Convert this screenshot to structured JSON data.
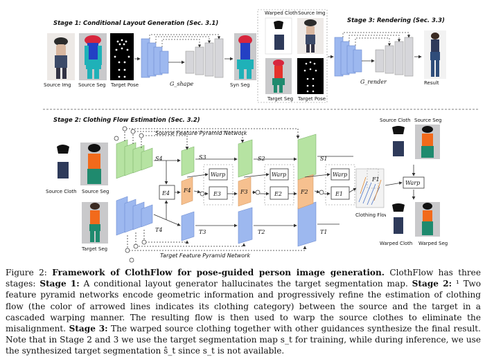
{
  "stage1": {
    "title": "Stage 1: Conditional Layout Generation (Sec. 3.1)",
    "source_img": "Source Img",
    "source_seg": "Source Seg",
    "target_pose": "Target Pose",
    "generator": "G_shape",
    "syn_seg": "Syn Seg"
  },
  "stage3": {
    "title": "Stage 3: Rendering (Sec. 3.3)",
    "warped_cloth": "Warped Cloth",
    "source_img": "Source Img",
    "target_seg": "Target Seg",
    "target_pose": "Target Pose",
    "generator": "G_render",
    "result": "Result"
  },
  "stage2": {
    "title": "Stage 2: Clothing Flow Estimation (Sec. 3.2)",
    "source_fpn": "Source Feature Pyramid Network",
    "target_fpn": "Target Feature Pyramid Network",
    "source_cloth": "Source Cloth",
    "source_seg": "Source Seg",
    "target_seg": "Target Seg",
    "source_features": [
      "S4",
      "S3",
      "S2",
      "S1"
    ],
    "target_features": [
      "T4",
      "T3",
      "T2",
      "T1"
    ],
    "flow_features": [
      "F4",
      "F3",
      "F2",
      "F1"
    ],
    "refine_blocks": [
      "E4",
      "E3",
      "E2",
      "E1"
    ],
    "warp": "Warp",
    "clothing_flow": "Clothing Flow",
    "out_source_cloth": "Source Cloth",
    "out_source_seg": "Source Seg",
    "warped_cloth": "Warped Cloth",
    "warped_seg": "Warped Seg"
  },
  "caption": {
    "label": "Figure 2:",
    "title": "Framework of ClothFlow for pose-guided person image generation.",
    "body1": " ClothFlow has three stages: ",
    "stage1": "Stage 1:",
    "body2": " A conditional layout generator hallucinates the target segmentation map. ",
    "stage2": "Stage 2:",
    "body3": " ¹ Two feature pyramid networks encode geometric information and progressively refine the estimation of clothing flow (the color of arrowed lines indicates its clothing category) between the source and the target in a cascaded warping manner. The resulting flow is then used to warp the source clothes to eliminate the misalignment. ",
    "stage3": "Stage 3:",
    "body4": " The warped source clothing together with other guidances synthesize the final result. Note that in Stage 2 and 3 we use the target segmentation map s_t for training, while during inference, we use the synthesized target segmentation ŝ_t since s_t is not available."
  },
  "colors": {
    "encoder_blue": "#9db8ef",
    "feature_green": "#b6e3a2",
    "flow_orange": "#f6c08f",
    "decoder_gray": "#d6d6da"
  }
}
